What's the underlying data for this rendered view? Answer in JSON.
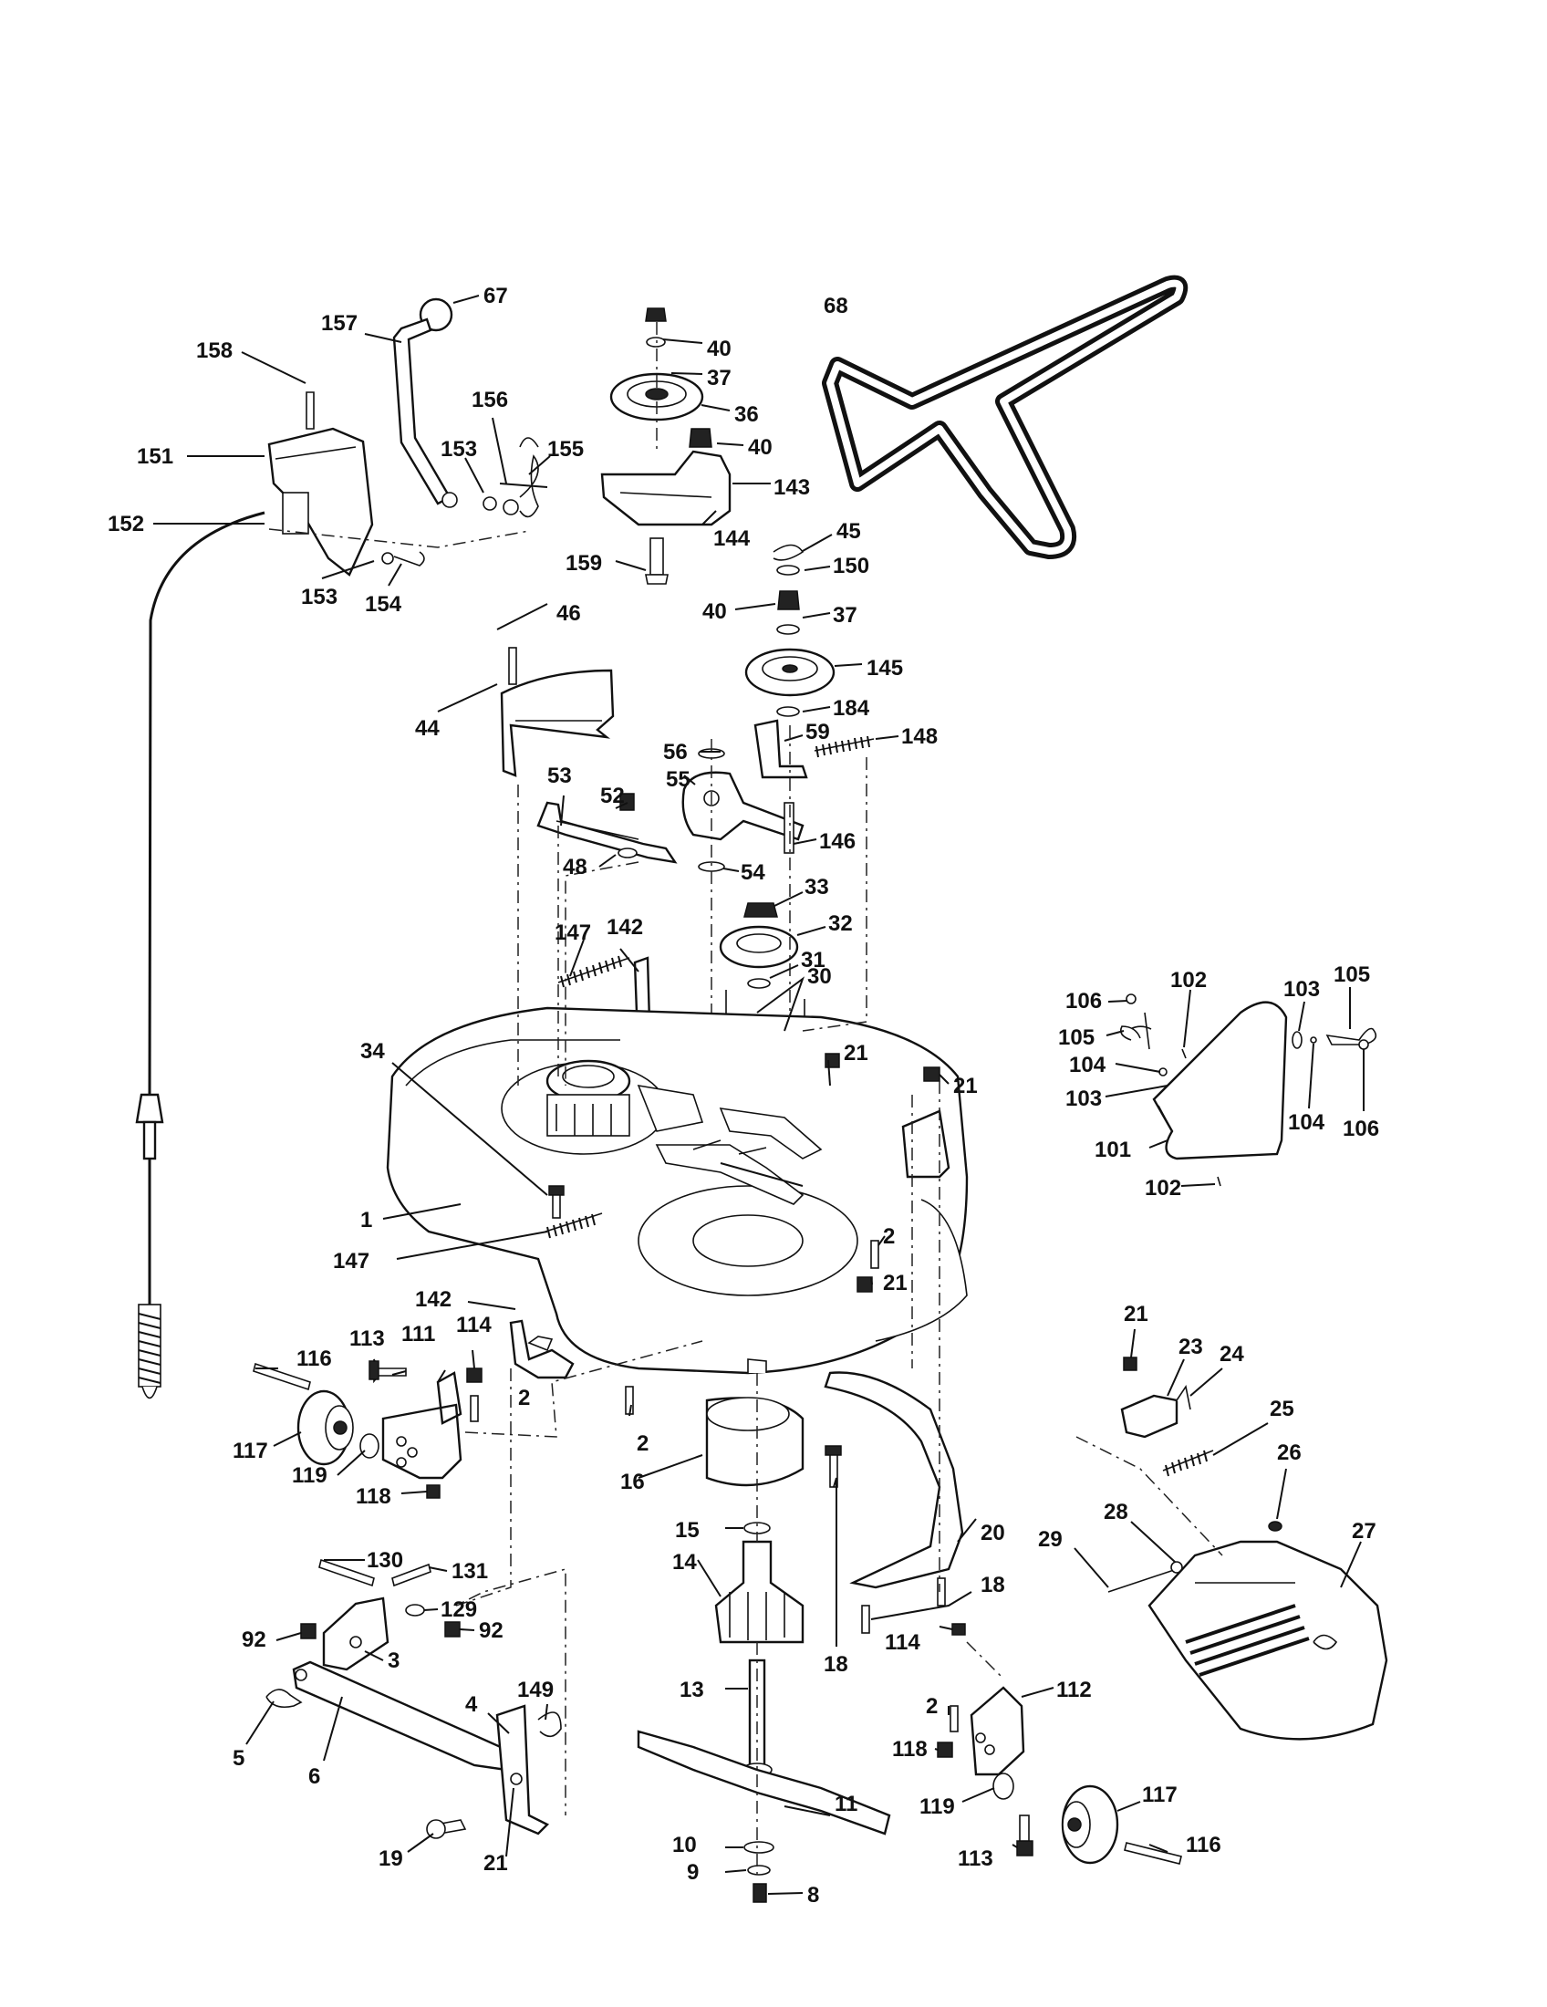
{
  "diagram": {
    "callouts": {
      "c1": "1",
      "c2a": "2",
      "c2b": "2",
      "c2c": "2",
      "c2d": "2",
      "c3": "3",
      "c4": "4",
      "c5": "5",
      "c6": "6",
      "c8": "8",
      "c9": "9",
      "c10": "10",
      "c11": "11",
      "c13": "13",
      "c14": "14",
      "c15": "15",
      "c16": "16",
      "c18a": "18",
      "c18b": "18",
      "c19": "19",
      "c20": "20",
      "c21a": "21",
      "c21b": "21",
      "c21c": "21",
      "c21d": "21",
      "c21e": "21",
      "c23": "23",
      "c24": "24",
      "c25": "25",
      "c26": "26",
      "c27": "27",
      "c28": "28",
      "c29": "29",
      "c30": "30",
      "c31": "31",
      "c32": "32",
      "c33": "33",
      "c34": "34",
      "c36": "36",
      "c37a": "37",
      "c37b": "37",
      "c40a": "40",
      "c40b": "40",
      "c40c": "40",
      "c44": "44",
      "c45": "45",
      "c46": "46",
      "c48": "48",
      "c52": "52",
      "c53": "53",
      "c54": "54",
      "c55": "55",
      "c56": "56",
      "c59": "59",
      "c67": "67",
      "c68": "68",
      "c92a": "92",
      "c92b": "92",
      "c101": "101",
      "c102a": "102",
      "c102b": "102",
      "c103a": "103",
      "c103b": "103",
      "c104a": "104",
      "c104b": "104",
      "c105a": "105",
      "c105b": "105",
      "c106a": "106",
      "c106b": "106",
      "c111": "111",
      "c112": "112",
      "c113a": "113",
      "c113b": "113",
      "c114a": "114",
      "c114b": "114",
      "c116a": "116",
      "c116b": "116",
      "c117a": "117",
      "c117b": "117",
      "c118a": "118",
      "c118b": "118",
      "c119a": "119",
      "c119b": "119",
      "c129": "129",
      "c130": "130",
      "c131": "131",
      "c142a": "142",
      "c142b": "142",
      "c143": "143",
      "c144": "144",
      "c145": "145",
      "c146": "146",
      "c147a": "147",
      "c147b": "147",
      "c148": "148",
      "c149": "149",
      "c150": "150",
      "c151": "151",
      "c152": "152",
      "c153a": "153",
      "c153b": "153",
      "c154": "154",
      "c155": "155",
      "c156": "156",
      "c157": "157",
      "c158": "158",
      "c159": "159",
      "c184": "184"
    }
  }
}
